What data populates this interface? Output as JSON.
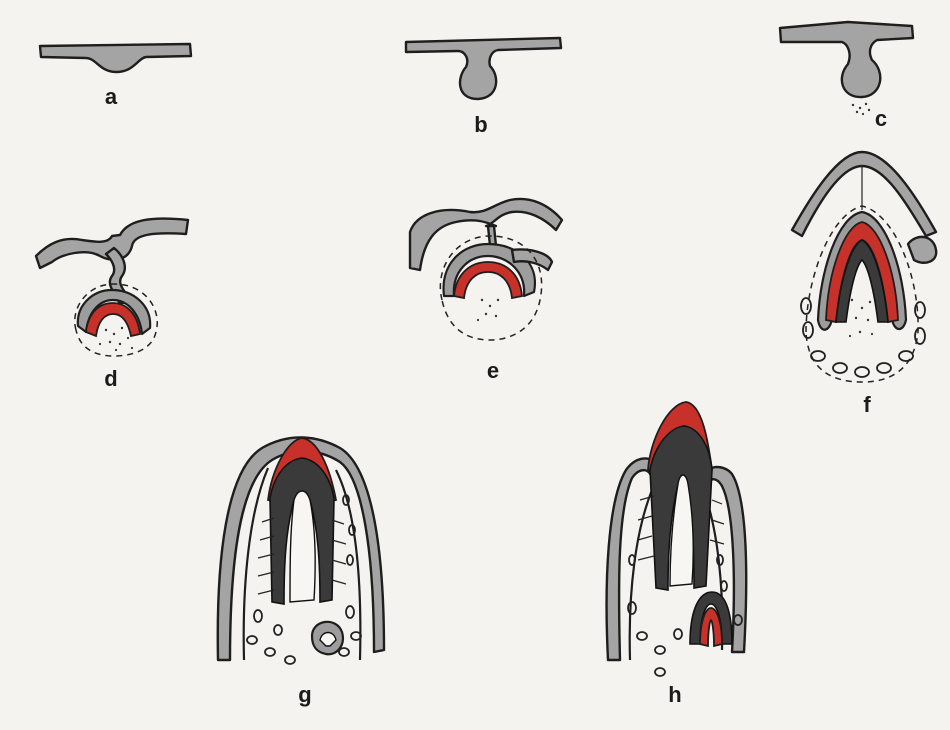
{
  "figure": {
    "panels": [
      {
        "id": "a",
        "label": "a"
      },
      {
        "id": "b",
        "label": "b"
      },
      {
        "id": "c",
        "label": "c"
      },
      {
        "id": "d",
        "label": "d"
      },
      {
        "id": "e",
        "label": "e"
      },
      {
        "id": "f",
        "label": "f"
      },
      {
        "id": "g",
        "label": "g"
      },
      {
        "id": "h",
        "label": "h"
      }
    ],
    "colors": {
      "epithelium": "#a4a4a4",
      "enamel": "#c8312a",
      "dentin": "#3a3a3a",
      "pulp": "#f7f6f2",
      "background": "#f4f3f0"
    }
  }
}
